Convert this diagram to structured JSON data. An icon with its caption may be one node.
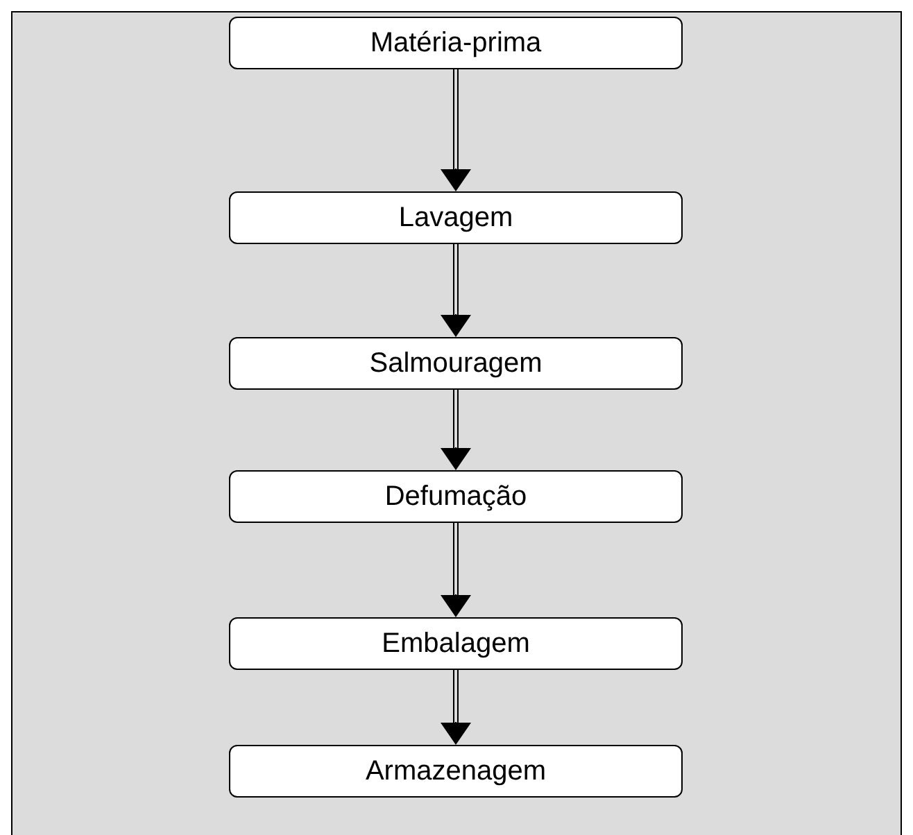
{
  "diagram": {
    "nodes": [
      {
        "text": [
          "Matéria-prima"
        ]
      },
      {
        "text": [
          "Lavagem"
        ]
      },
      {
        "text": [
          "Salmouragem"
        ]
      },
      {
        "text": [
          "Defumação"
        ]
      },
      {
        "text": [
          "Embalagem"
        ]
      },
      {
        "text": [
          "Armazenagem"
        ]
      }
    ],
    "edges": [
      {
        "from": 0,
        "to": 1,
        "arrow": "to"
      },
      {
        "from": 1,
        "to": 2,
        "arrow": "to"
      },
      {
        "from": 2,
        "to": 3,
        "arrow": "to"
      },
      {
        "from": 3,
        "to": 4,
        "arrow": "to"
      },
      {
        "from": 4,
        "to": 5,
        "arrow": "to"
      }
    ]
  }
}
